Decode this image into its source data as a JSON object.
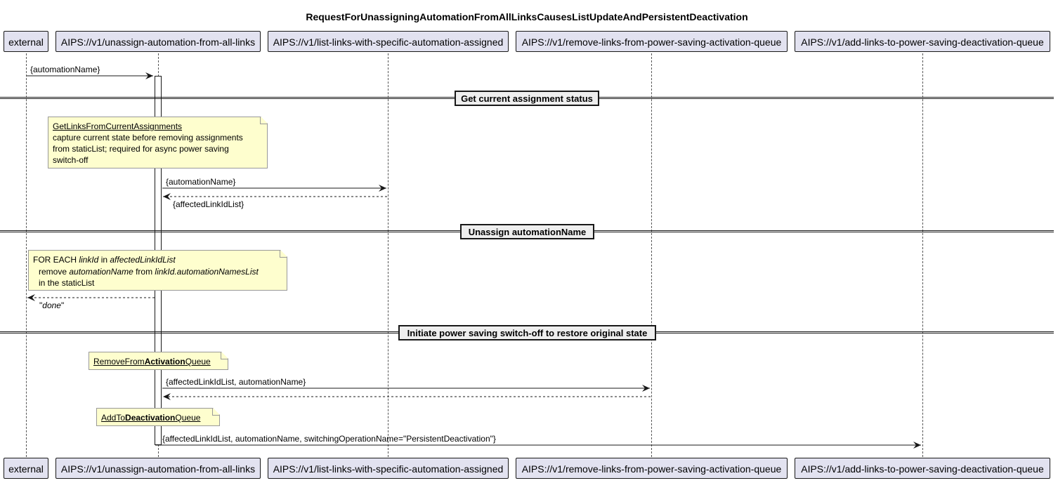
{
  "title": "RequestForUnassigningAutomationFromAllLinksCausesListUpdateAndPersistentDeactivation",
  "participants": [
    "external",
    "AIPS://v1/unassign-automation-from-all-links",
    "AIPS://v1/list-links-with-specific-automation-assigned",
    "AIPS://v1/remove-links-from-power-saving-activation-queue",
    "AIPS://v1/add-links-to-power-saving-deactivation-queue"
  ],
  "sections": [
    "Get current assignment status",
    "Unassign automationName",
    "Initiate power saving switch-off to restore original state"
  ],
  "messages": {
    "m1": "{automationName}",
    "m2": "{automationName}",
    "m3": "{affectedLinkIdList}",
    "m4_q1": "\"",
    "m4_word": "done",
    "m4_q2": "\"",
    "m5": "{affectedLinkIdList, automationName}",
    "m6": "{affectedLinkIdList, automationName, switchingOperationName=\"PersistentDeactivation\"}"
  },
  "notes": {
    "n1": {
      "title": "GetLinksFromCurrentAssignments",
      "lines": [
        "capture current state before removing assignments",
        "from staticList; required for async power saving",
        "switch-off"
      ]
    },
    "n2": {
      "l1_a": "FOR EACH ",
      "l1_b": "linkId",
      "l1_c": " in ",
      "l1_d": "affectedLinkIdList",
      "l2_a": "remove ",
      "l2_b": "automationName",
      "l2_c": " from ",
      "l2_d": "linkId.automationNamesList",
      "l3": "in the staticList"
    },
    "n3": {
      "a": "RemoveFrom",
      "b": "Activation",
      "c": "Queue"
    },
    "n4": {
      "a": "AddTo",
      "b": "Deactivation",
      "c": "Queue"
    }
  }
}
